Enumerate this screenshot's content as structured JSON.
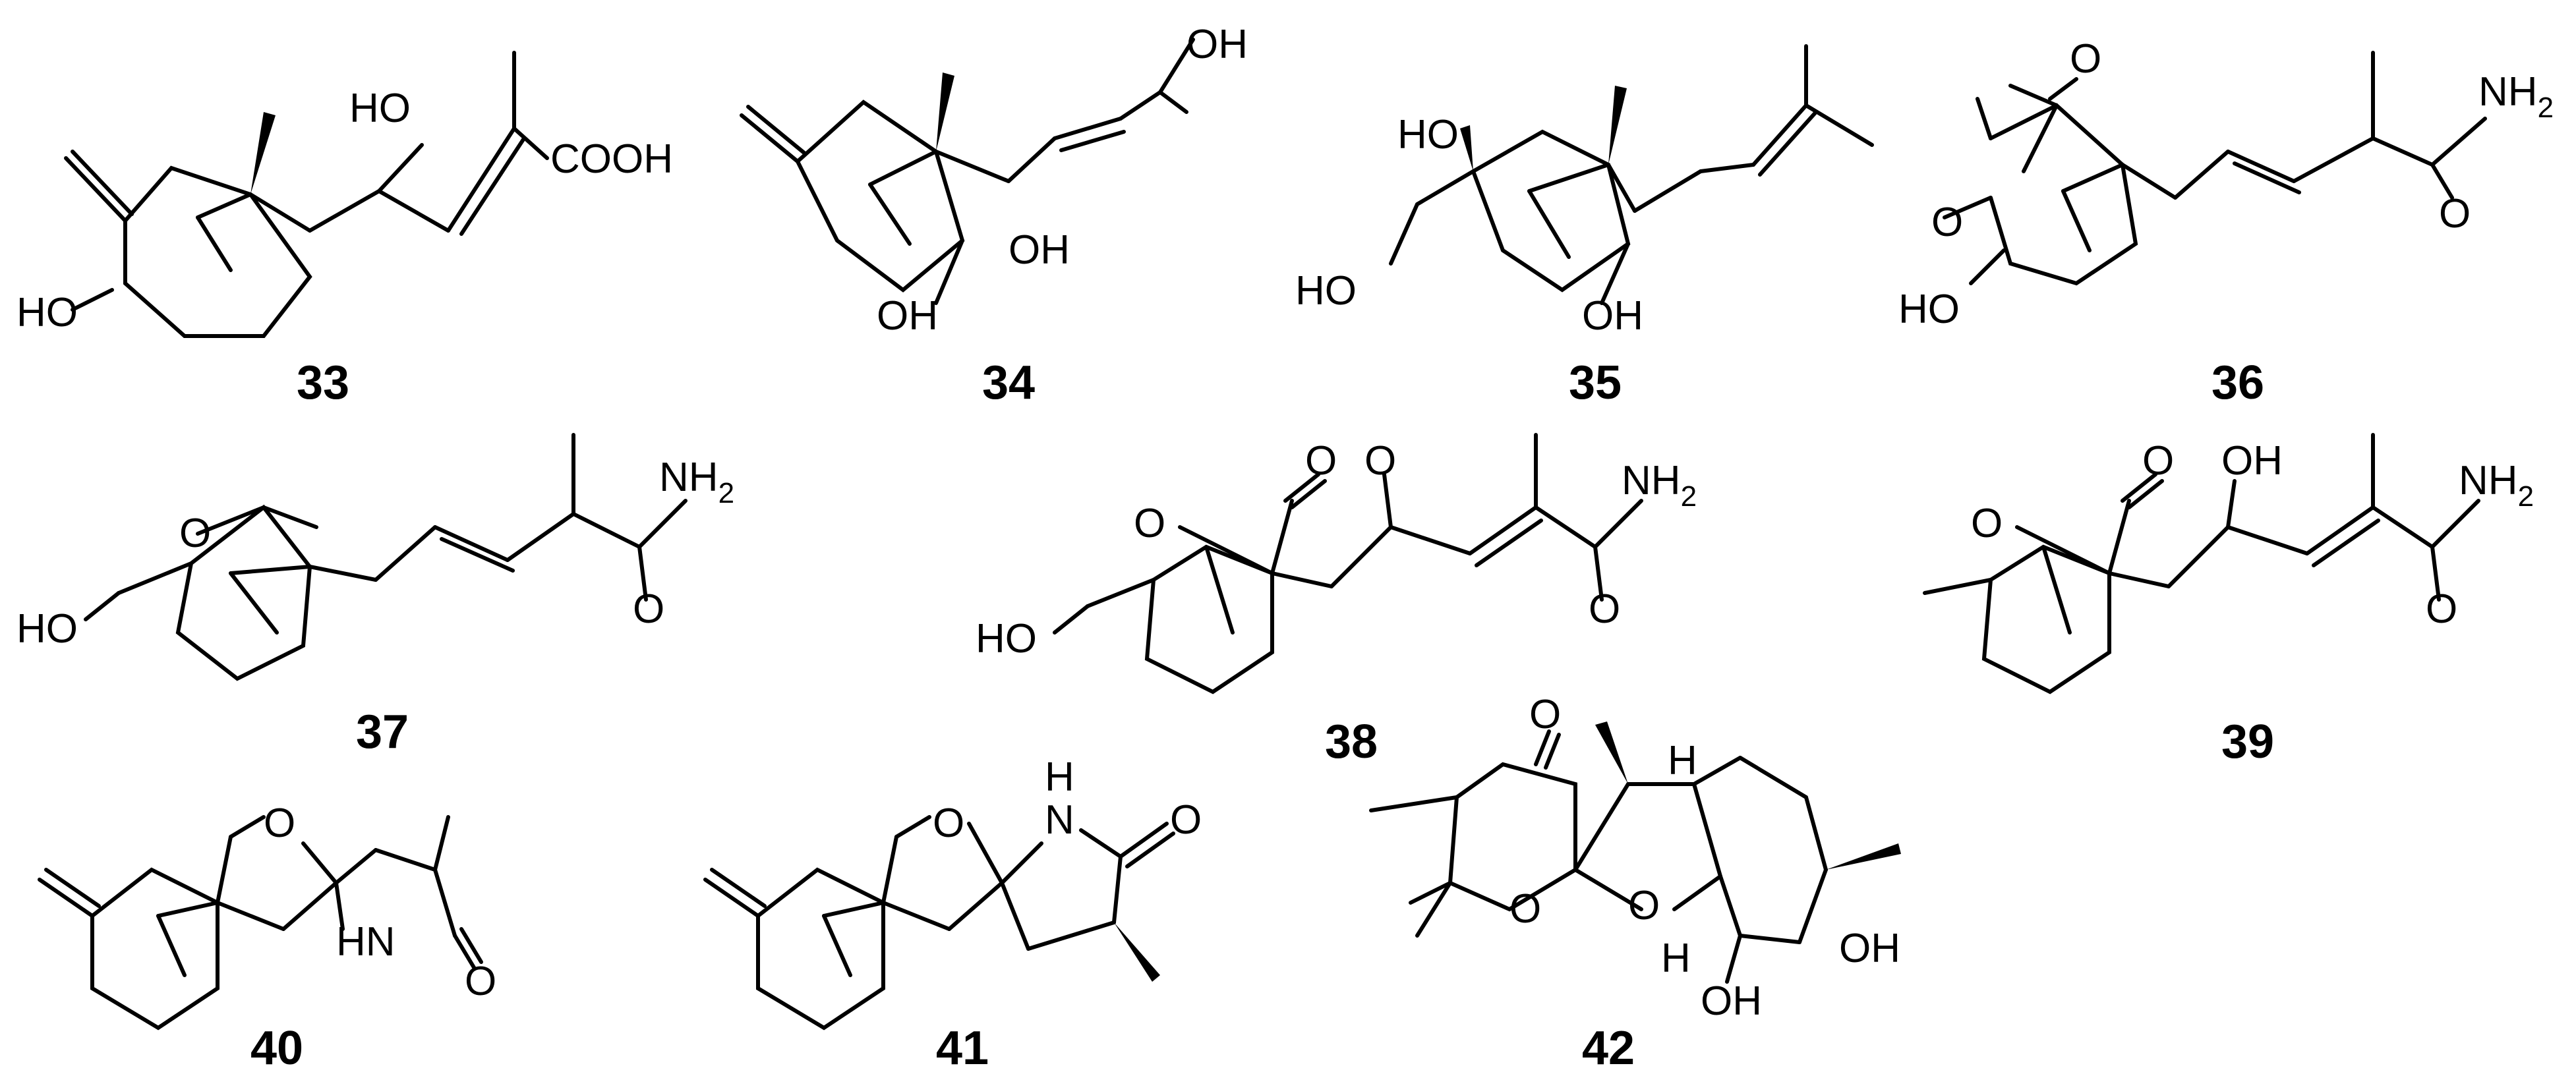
{
  "compounds": [
    {
      "id": "33",
      "labels": {
        "a": "HO",
        "b": "HO",
        "c": "COOH"
      }
    },
    {
      "id": "34",
      "labels": {
        "a": "OH",
        "b": "OH",
        "c": "OH"
      }
    },
    {
      "id": "35",
      "labels": {
        "a": "HO",
        "b": "HO",
        "c": "OH"
      }
    },
    {
      "id": "36",
      "labels": {
        "a": "O",
        "b": "O",
        "c": "HO",
        "d": "NH",
        "d_sub": "2",
        "e": "O"
      }
    },
    {
      "id": "37",
      "labels": {
        "a": "O",
        "b": "HO",
        "d": "NH",
        "d_sub": "2",
        "e": "O"
      }
    },
    {
      "id": "38",
      "labels": {
        "a": "O",
        "b": "O",
        "c": "O",
        "f": "HO",
        "d": "NH",
        "d_sub": "2",
        "e": "O"
      }
    },
    {
      "id": "39",
      "labels": {
        "a": "O",
        "b": "O",
        "c": "OH",
        "d": "NH",
        "d_sub": "2",
        "e": "O"
      }
    },
    {
      "id": "40",
      "labels": {
        "a": "O",
        "b": "HN",
        "c": "O"
      }
    },
    {
      "id": "41",
      "labels": {
        "a": "O",
        "b": "H",
        "b2": "N",
        "c": "O"
      }
    },
    {
      "id": "42",
      "labels": {
        "a": "O",
        "b": "O",
        "c": "O",
        "h1": "H",
        "h2": "H",
        "oh1": "OH",
        "oh2": "OH"
      }
    }
  ]
}
